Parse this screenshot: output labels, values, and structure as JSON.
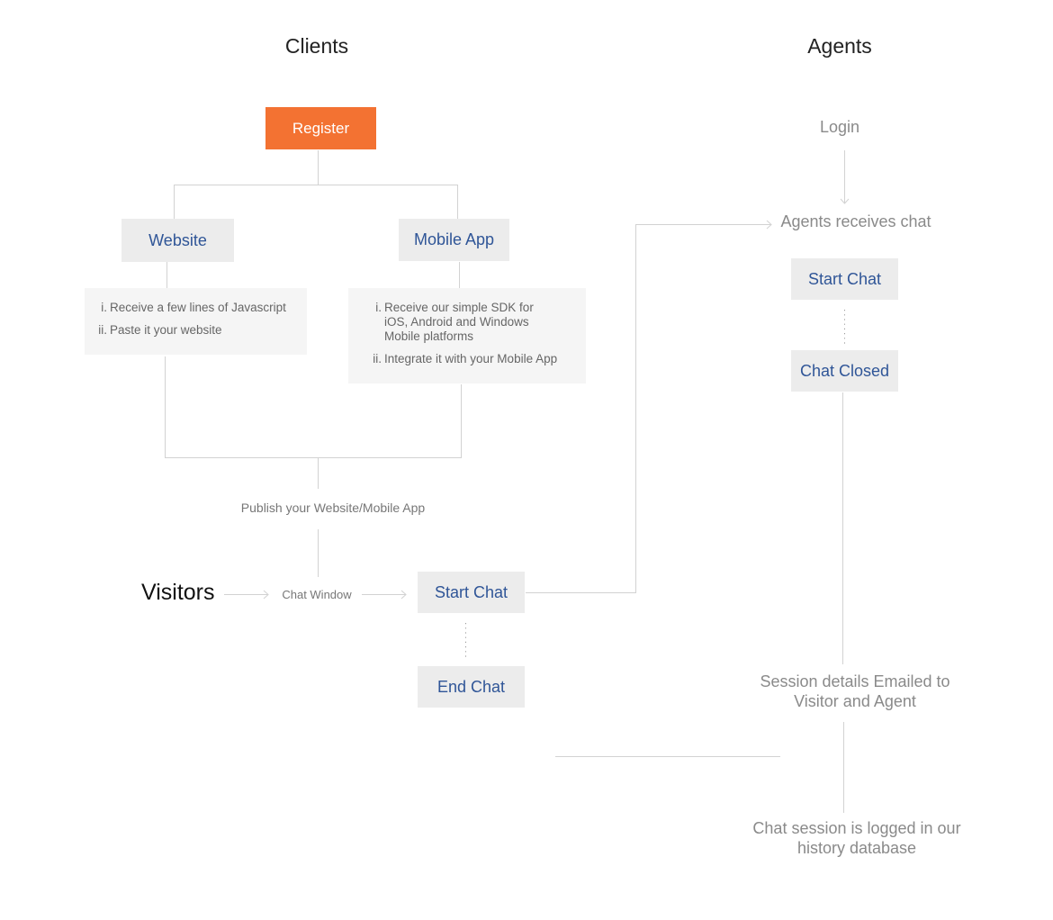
{
  "clients": {
    "heading": "Clients",
    "register_label": "Register",
    "website": {
      "label": "Website",
      "steps": [
        {
          "num": "i.",
          "text": "Receive a few lines of Javascript"
        },
        {
          "num": "ii.",
          "text": "Paste it your website"
        }
      ]
    },
    "mobile_app": {
      "label": "Mobile App",
      "steps": [
        {
          "num": "i.",
          "text": "Receive our simple SDK for iOS, Android and Windows Mobile platforms"
        },
        {
          "num": "ii.",
          "text": "Integrate it with your Mobile App"
        }
      ]
    },
    "publish_label": "Publish your Website/Mobile App"
  },
  "visitors": {
    "label": "Visitors",
    "chat_window_label": "Chat Window",
    "start_chat_label": "Start Chat",
    "end_chat_label": "End Chat"
  },
  "agents": {
    "heading": "Agents",
    "login_label": "Login",
    "receives_label": "Agents receives chat",
    "start_chat_label": "Start Chat",
    "chat_closed_label": "Chat Closed",
    "session_emailed": "Session details Emailed to Visitor and Agent",
    "session_logged": "Chat session is logged in our history database"
  },
  "colors": {
    "accent": "#f37232",
    "box_fill": "#ececec",
    "box_text": "#2f5597",
    "connector": "#d0d0d0"
  }
}
